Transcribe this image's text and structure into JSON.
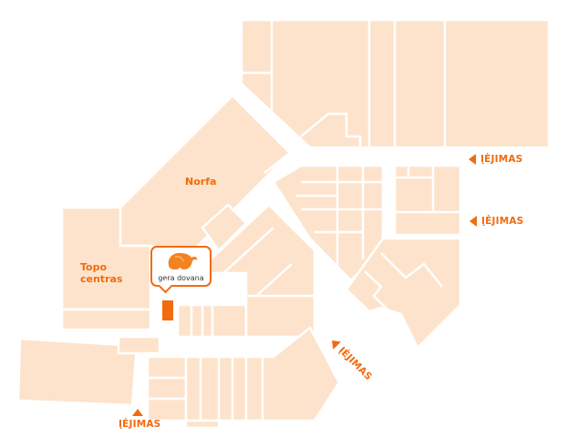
{
  "map": {
    "stores": [
      {
        "name": "Norfa"
      },
      {
        "name": "Topo centras"
      }
    ],
    "entrances": [
      "ĮĖJIMAS",
      "ĮĖJIMAS",
      "ĮĖJIMAS",
      "ĮĖJIMAS"
    ],
    "selected_store": {
      "brand": "gera dovana",
      "icon": "elephant-logo-icon"
    },
    "colors": {
      "unit": "#fde3cb",
      "accent": "#f26b0f"
    }
  }
}
